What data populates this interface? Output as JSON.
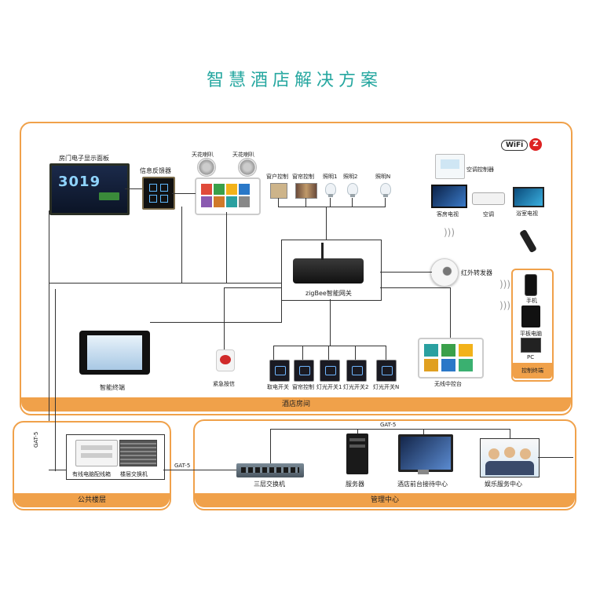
{
  "title": "智慧酒店解决方案",
  "badges": {
    "wifi": "WiFi",
    "zigbee": "Z"
  },
  "door_number": "3019",
  "devices": {
    "door_panel": "房门电子显示面板",
    "info_feedback": "信息反馈器",
    "ceiling_speaker_1": "天花喇叭",
    "ceiling_speaker_2": "天花喇叭",
    "curtain_control_1": "窗户控制",
    "curtain_control_2": "窗帘控制",
    "lighting_1": "照明1",
    "lighting_2": "照明2",
    "lighting_n": "照明N",
    "ac_controller": "空调控制器",
    "guest_tv": "客房电视",
    "air_conditioner": "空调",
    "bathroom_tv": "浴室电视",
    "ir_repeater": "红外转发器",
    "gateway": "zigBee智能网关",
    "phone": "手机",
    "tablet": "平板电脑",
    "pc": "PC",
    "remote_control": "控制终端",
    "smart_terminal": "智能终端",
    "emergency_call": "紧急按信",
    "power_switch": "取电开关",
    "curtain_switch": "窗帘控制",
    "light_switch_1": "灯光开关1",
    "light_switch_2": "灯光开关2",
    "light_switch_n": "灯光开关N",
    "wireless_center": "无线中控台",
    "wiring_box": "有线电脑配线箱",
    "floor_switch": "楼层交换机",
    "core_switch": "三层交换机",
    "server": "服务器",
    "front_desk": "酒店前台接待中心",
    "entertainment": "娱乐服务中心"
  },
  "zones": {
    "hotel_room": "酒店房间",
    "public_floor": "公共楼层",
    "management": "管理中心"
  },
  "links": {
    "gat5_top": "GAT-5",
    "gat5_mid": "GAT-5",
    "gat5_side": "GAT-5"
  }
}
